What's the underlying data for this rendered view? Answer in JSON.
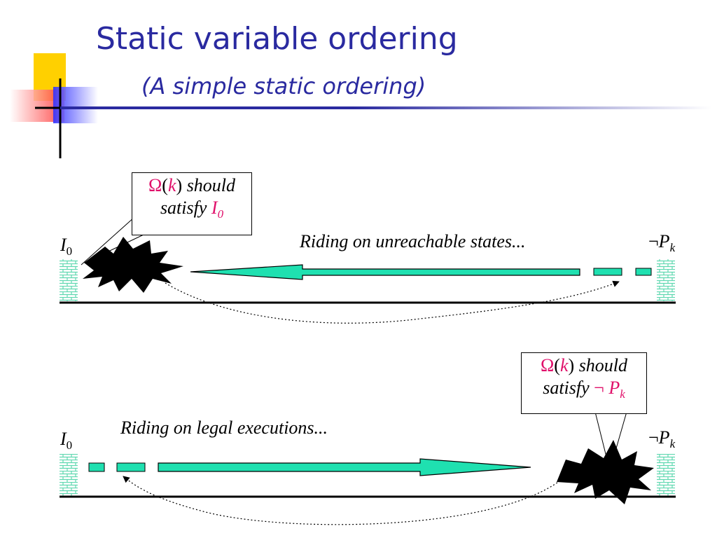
{
  "slide": {
    "title": "Static variable ordering",
    "subtitle": "(A simple static ordering)"
  },
  "symbols": {
    "omega": "Ω",
    "not": "¬",
    "k": "k",
    "P": "P",
    "I": "I",
    "zero": "0"
  },
  "top_panel": {
    "caption": "Riding on unreachable states...",
    "callout": {
      "word_should": "should",
      "word_satisfy": "satisfy"
    }
  },
  "bottom_panel": {
    "caption": "Riding on legal executions...",
    "callout": {
      "word_should": "should",
      "word_satisfy": "satisfy"
    }
  },
  "colors": {
    "title": "#2a2aa0",
    "arrow_fill": "#1fe0b0",
    "highlight": "#e0106a",
    "wall": "#7de0c0"
  }
}
